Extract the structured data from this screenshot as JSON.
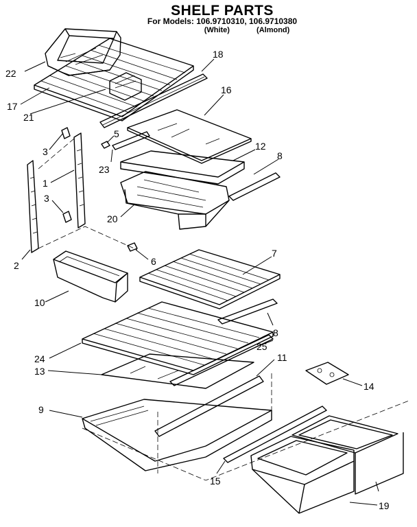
{
  "header": {
    "title": "SHELF PARTS",
    "models": "For Models: 106.9710310, 106.9710380",
    "variant_1": "(White)",
    "variant_2": "(Almond)"
  },
  "callouts": {
    "c22": "22",
    "c18": "18",
    "c17": "17",
    "c21": "21",
    "c16": "16",
    "c5": "5",
    "c3a": "3",
    "c23": "23",
    "c12": "12",
    "c8a": "8",
    "c1": "1",
    "c3b": "3",
    "c20": "20",
    "c2": "2",
    "c6": "6",
    "c7": "7",
    "c10": "10",
    "c8b": "8",
    "c25": "25",
    "c11": "11",
    "c24": "24",
    "c13": "13",
    "c14": "14",
    "c9": "9",
    "c15": "15",
    "c19": "19"
  }
}
